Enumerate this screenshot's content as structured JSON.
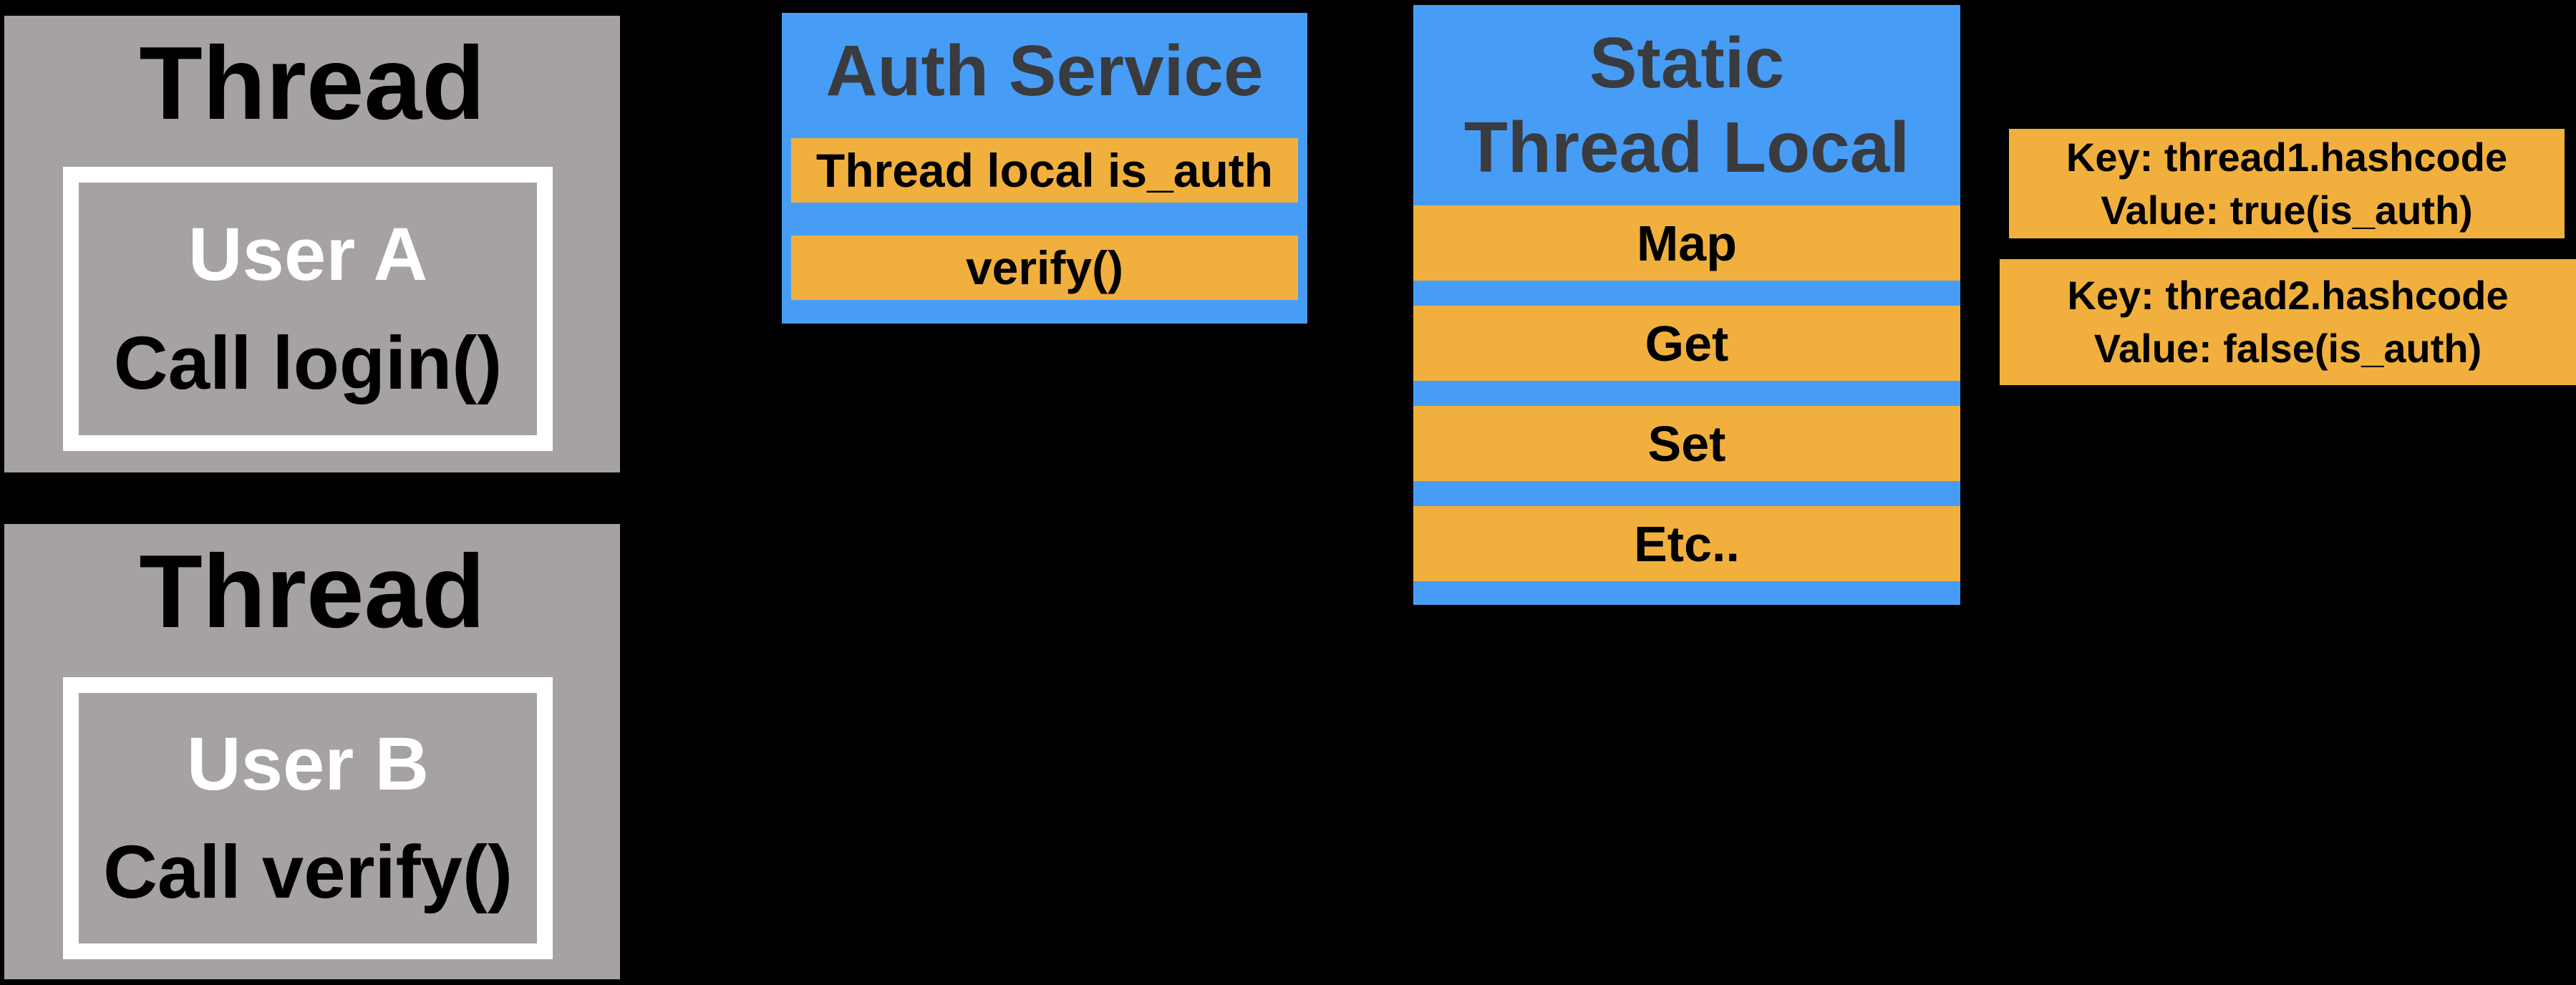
{
  "colors": {
    "background": "#000000",
    "thread_box": "#A6A1A2",
    "service_box": "#479DF6",
    "item_bar": "#F1B03D",
    "service_title_text": "#3A3B3E",
    "frame_border": "#FFFFFF"
  },
  "thread1": {
    "title": "Thread",
    "user": "User A",
    "action": "Call login()"
  },
  "thread2": {
    "title": "Thread",
    "user": "User B",
    "action": "Call verify()"
  },
  "auth_service": {
    "title": "Auth Service",
    "items": [
      "Thread local is_auth",
      "verify()"
    ]
  },
  "static_thread_local": {
    "title_line1": "Static",
    "title_line2": "Thread Local",
    "items": [
      "Map",
      "Get",
      "Set",
      "Etc.."
    ]
  },
  "kv_entries": [
    {
      "key": "Key: thread1.hashcode",
      "value": "Value: true(is_auth)"
    },
    {
      "key": "Key: thread2.hashcode",
      "value": "Value: false(is_auth)"
    }
  ]
}
